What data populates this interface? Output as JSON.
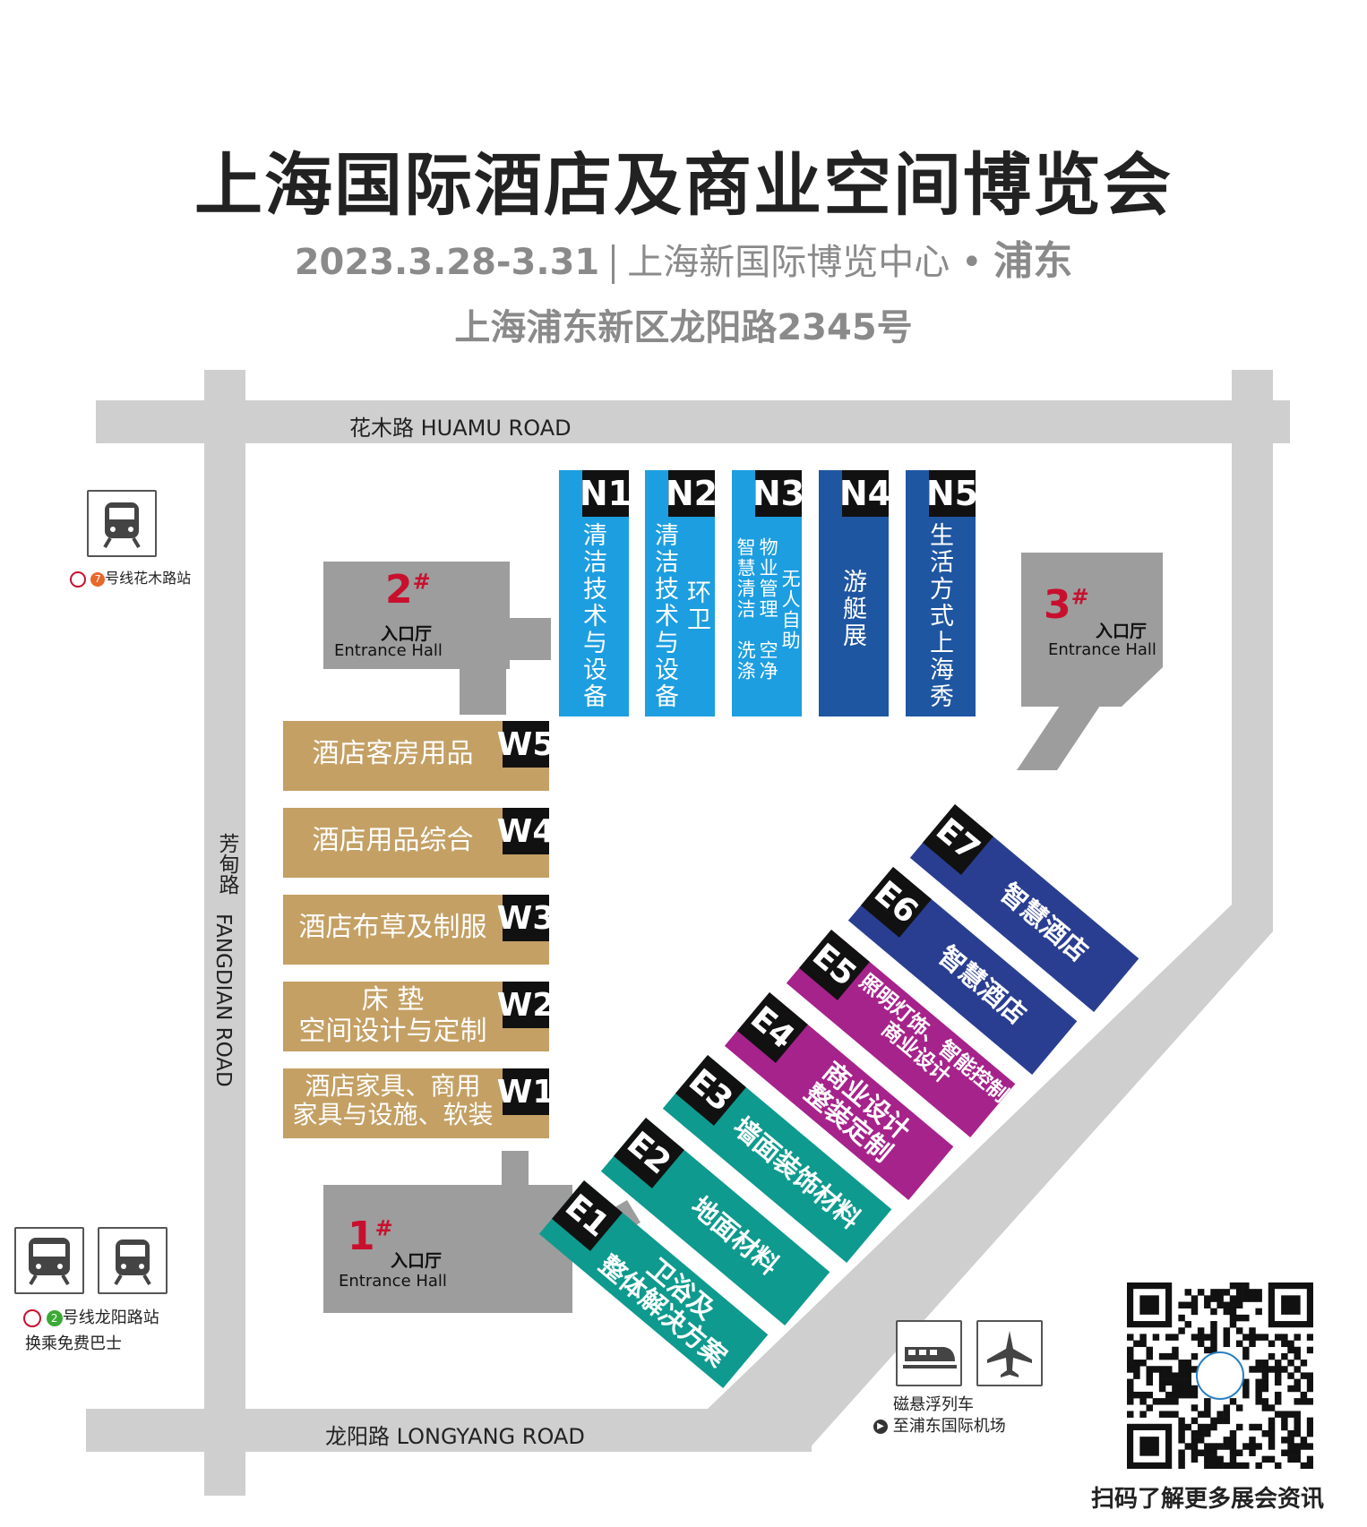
{
  "header": {
    "title": "上海国际酒店及商业空间博览会",
    "date": "2023.3.28-3.31",
    "venue": "上海新国际博览中心",
    "district": "浦东",
    "address": "上海浦东新区龙阳路2345号"
  },
  "roads": {
    "north": "花木路  HUAMU ROAD",
    "west_cn": "芳甸路",
    "west_en": "FANGDIAN ROAD",
    "south": "龙阳路  LONGYANG ROAD"
  },
  "entrance_halls": [
    {
      "num": "2",
      "mark": "#",
      "cn": "入口厅",
      "en": "Entrance Hall"
    },
    {
      "num": "3",
      "mark": "#",
      "cn": "入口厅",
      "en": "Entrance Hall"
    },
    {
      "num": "1",
      "mark": "#",
      "cn": "入口厅",
      "en": "Entrance Hall"
    }
  ],
  "north_halls": [
    {
      "code": "N1",
      "text": "清洁技术与设备",
      "color": "#1d9ee0"
    },
    {
      "code": "N2",
      "text": "清洁技术与设备",
      "text2": "环卫",
      "color": "#1d9ee0"
    },
    {
      "code": "N3",
      "col1": "智慧清洁",
      "col2": "物业管理",
      "col3": "无人自助",
      "col4": "洗涤",
      "col5": "空净",
      "color": "#1d9ee0"
    },
    {
      "code": "N4",
      "text": "游艇展",
      "color": "#1f56a1"
    },
    {
      "code": "N5",
      "text": "生活方式上海秀",
      "color": "#1f56a1"
    }
  ],
  "west_halls": [
    {
      "code": "W5",
      "line1": "酒店客房用品",
      "line2": ""
    },
    {
      "code": "W4",
      "line1": "酒店用品综合",
      "line2": ""
    },
    {
      "code": "W3",
      "line1": "酒店布草及制服",
      "line2": ""
    },
    {
      "code": "W2",
      "line1": "床 垫",
      "line2": "空间设计与定制"
    },
    {
      "code": "W1",
      "line1": "酒店家具、商用",
      "line2": "家具与设施、软装"
    }
  ],
  "east_halls": [
    {
      "code": "E1",
      "line1": "卫浴及",
      "line2": "整体解决方案",
      "color": "#0e9a8e"
    },
    {
      "code": "E2",
      "line1": "地面材料",
      "line2": "",
      "color": "#0e9a8e"
    },
    {
      "code": "E3",
      "line1": "墙面装饰材料",
      "line2": "",
      "color": "#0e9a8e"
    },
    {
      "code": "E4",
      "line1": "商业设计",
      "line2": "整装定制",
      "color": "#a6238b"
    },
    {
      "code": "E5",
      "line1": "照明灯饰、智能控制",
      "line2": "商业设计",
      "color": "#a6238b"
    },
    {
      "code": "E6",
      "line1": "智慧酒店",
      "line2": "",
      "color": "#2a3e91"
    },
    {
      "code": "E7",
      "line1": "智慧酒店",
      "line2": "",
      "color": "#2a3e91"
    }
  ],
  "transit": {
    "metro7_num": "7",
    "metro7": "号线花木路站",
    "metro2_num": "2",
    "metro2": "号线龙阳路站",
    "bus": "换乘免费巴士",
    "maglev": "磁悬浮列车",
    "airport": "至浦东国际机场"
  },
  "qr_caption": "扫码了解更多展会资讯",
  "colors": {
    "road": "#cfcfcf",
    "entrance": "#9d9d9d",
    "west": "#c4a064",
    "north_light": "#1d9ee0",
    "north_dark": "#1f56a1",
    "east_teal": "#0e9a8e",
    "east_magenta": "#a6238b",
    "east_navy": "#2a3e91",
    "accent_red": "#c8102e"
  }
}
